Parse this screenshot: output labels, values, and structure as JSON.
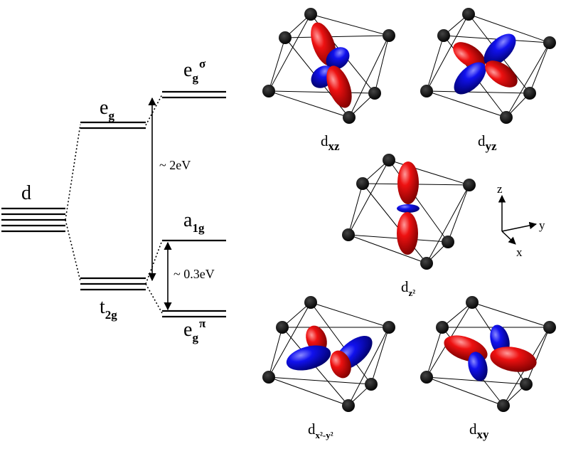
{
  "levels": {
    "d": "d",
    "eg_base": "e",
    "eg_sub": "g",
    "t2g_base": "t",
    "t2g_sub": "2g",
    "egsigma_base": "e",
    "egsigma_sub": "g",
    "egsigma_sup": "σ",
    "a1g_base": "a",
    "a1g_sub": "1g",
    "egpi_base": "e",
    "egpi_sub": "g",
    "egpi_sup": "π"
  },
  "gaps": {
    "large": "~ 2eV",
    "small": "~ 0.3eV"
  },
  "axes": {
    "z": "z",
    "y": "y",
    "x": "x"
  },
  "orbitals": {
    "dxz": {
      "base": "d",
      "sub": "xz"
    },
    "dyz": {
      "base": "d",
      "sub": "yz"
    },
    "dz2": {
      "base": "d",
      "sub": "z²"
    },
    "dx2y2": {
      "base": "d",
      "sub": "x²-y²"
    },
    "dxy": {
      "base": "d",
      "sub": "xy"
    }
  },
  "colors": {
    "lobe_positive": "#e00000",
    "lobe_negative": "#0000e0",
    "ligand": "#000000"
  }
}
